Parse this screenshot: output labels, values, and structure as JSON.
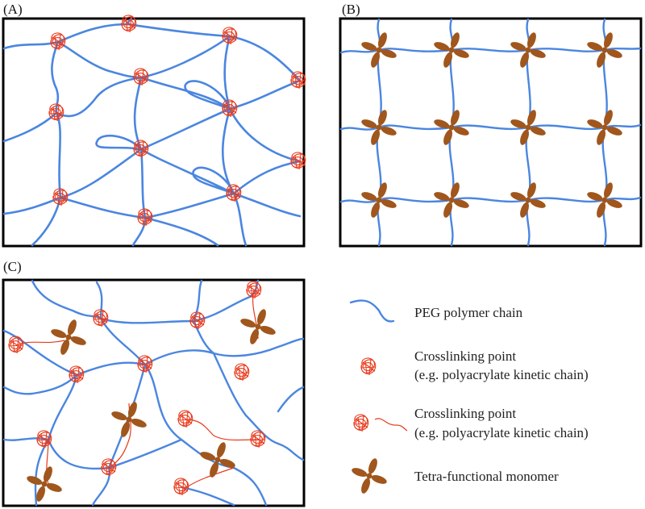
{
  "panels": [
    {
      "id": "A",
      "label": "(A)"
    },
    {
      "id": "B",
      "label": "(B)"
    },
    {
      "id": "C",
      "label": "(C)"
    }
  ],
  "legend": [
    {
      "key": "peg",
      "text": "PEG polymer chain"
    },
    {
      "key": "xlink-coil",
      "text": "Crosslinking point",
      "subtext": "(e.g. polyacrylate kinetic chain)"
    },
    {
      "key": "xlink-tail",
      "text": "Crosslinking point",
      "subtext": "(e.g. polyacrylate kinetic chain)"
    },
    {
      "key": "tetra",
      "text": "Tetra-functional monomer"
    }
  ],
  "colors": {
    "peg": "#4a86e0",
    "crosslink": "#e83a1c",
    "monomer": "#a0561c",
    "frame": "#000000"
  }
}
